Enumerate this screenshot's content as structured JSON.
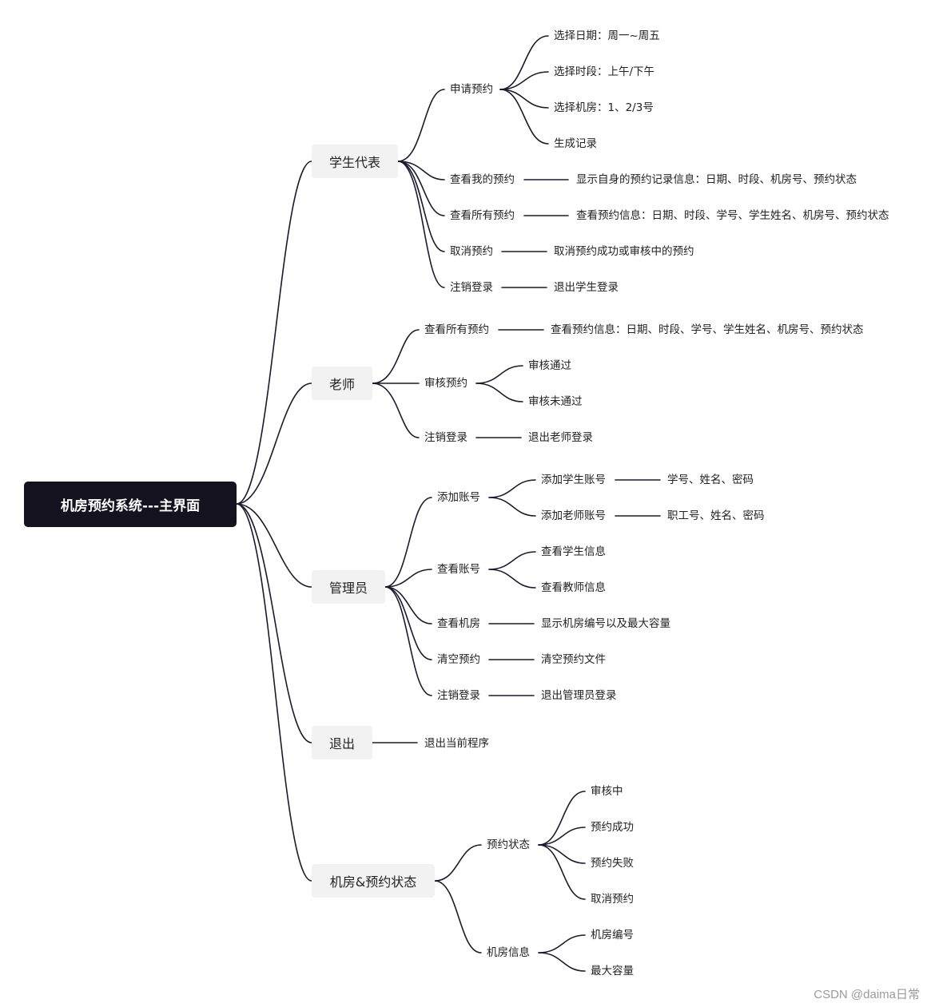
{
  "root": "机房预约系统---主界面",
  "student": {
    "label": "学生代表",
    "apply": {
      "label": "申请预约",
      "date": "选择日期：周一~周五",
      "period": "选择时段：上午/下午",
      "room": "选择机房：1、2/3号",
      "record": "生成记录"
    },
    "my": {
      "label": "查看我的预约",
      "detail": "显示自身的预约记录信息：日期、时段、机房号、预约状态"
    },
    "all": {
      "label": "查看所有预约",
      "detail": "查看预约信息：日期、时段、学号、学生姓名、机房号、预约状态"
    },
    "cancel": {
      "label": "取消预约",
      "detail": "取消预约成功或审核中的预约"
    },
    "logout": {
      "label": "注销登录",
      "detail": "退出学生登录"
    }
  },
  "teacher": {
    "label": "老师",
    "all": {
      "label": "查看所有预约",
      "detail": "查看预约信息：日期、时段、学号、学生姓名、机房号、预约状态"
    },
    "review": {
      "label": "审核预约",
      "pass": "审核通过",
      "fail": "审核未通过"
    },
    "logout": {
      "label": "注销登录",
      "detail": "退出老师登录"
    }
  },
  "admin": {
    "label": "管理员",
    "add": {
      "label": "添加账号",
      "student": {
        "label": "添加学生账号",
        "detail": "学号、姓名、密码"
      },
      "teacher": {
        "label": "添加老师账号",
        "detail": "职工号、姓名、密码"
      }
    },
    "view": {
      "label": "查看账号",
      "student": "查看学生信息",
      "teacher": "查看教师信息"
    },
    "rooms": {
      "label": "查看机房",
      "detail": "显示机房编号以及最大容量"
    },
    "clear": {
      "label": "清空预约",
      "detail": "清空预约文件"
    },
    "logout": {
      "label": "注销登录",
      "detail": "退出管理员登录"
    }
  },
  "exit": {
    "label": "退出",
    "detail": "退出当前程序"
  },
  "status": {
    "label": "机房&预约状态",
    "reserve": {
      "label": "预约状态",
      "items": [
        "审核中",
        "预约成功",
        "预约失败",
        "取消预约"
      ]
    },
    "room": {
      "label": "机房信息",
      "items": [
        "机房编号",
        "最大容量"
      ]
    }
  },
  "watermark": "CSDN @daima日常",
  "colors": {
    "root_bg": "#14121f",
    "line": "#1a1a2e",
    "node_bg": "#f2f2f2"
  }
}
